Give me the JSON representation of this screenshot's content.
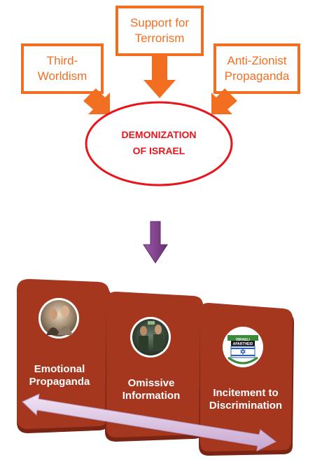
{
  "causes": [
    {
      "lines": [
        "Third-",
        "Worldism"
      ]
    },
    {
      "lines": [
        "Support for",
        "Terrorism"
      ]
    },
    {
      "lines": [
        "Anti-Zionist",
        "Propaganda"
      ]
    }
  ],
  "center": {
    "lines": [
      "DEMONIZATION",
      "OF ISRAEL"
    ]
  },
  "methods": [
    {
      "lines": [
        "Emotional",
        "Propaganda"
      ],
      "photo": "women-portrait-photo"
    },
    {
      "lines": [
        "Omissive",
        "Information"
      ],
      "photo": "children-soldiers-photo"
    },
    {
      "lines": [
        "Incitement to",
        "Discrimination"
      ],
      "photo": "israeli-apartheid-poster"
    }
  ],
  "poster_text": [
    "ISRAELI",
    "APARTHEID"
  ],
  "colors": {
    "cause_border": "#f26f21",
    "cause_text": "#f26f21",
    "arrow_orange": "#f26f21",
    "ellipse_border": "#e8161c",
    "center_text": "#e8161c",
    "down_arrow": "#7b3f85",
    "panel_fill": "#a5371f",
    "panel_edge": "#7a2413",
    "double_arrow": "#d6b9dd"
  }
}
